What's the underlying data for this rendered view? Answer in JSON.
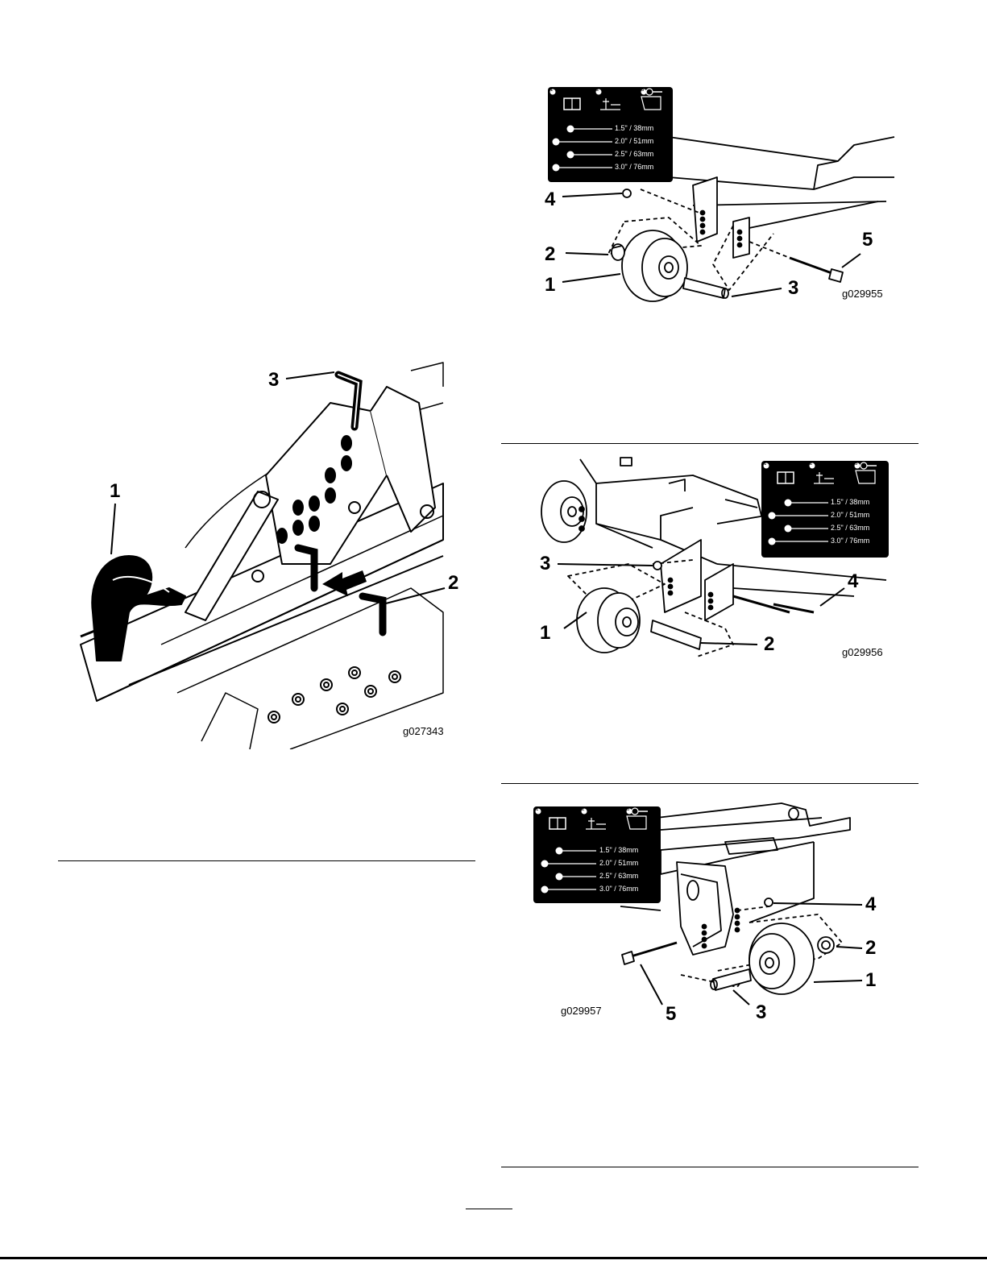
{
  "figure_lever": {
    "callouts": [
      "1",
      "2",
      "3"
    ],
    "graphic_code": "g027343"
  },
  "figure_rear": {
    "callouts": [
      "1",
      "2",
      "3",
      "4",
      "5"
    ],
    "graphic_code": "g029955"
  },
  "figure_front": {
    "callouts": [
      "1",
      "2",
      "3",
      "4"
    ],
    "graphic_code": "g029956"
  },
  "figure_side": {
    "callouts": [
      "1",
      "2",
      "3",
      "4",
      "5"
    ],
    "graphic_code": "g029957"
  },
  "decal": {
    "panel_numbers": [
      "1",
      "2",
      "3"
    ],
    "heights": [
      "1.5\" / 38mm",
      "2.0\" / 51mm",
      "2.5\" / 63mm",
      "3.0\" / 76mm"
    ],
    "icons": [
      "operator-manual-icon",
      "cutting-height-icon",
      "key-remove-icon"
    ]
  },
  "colors": {
    "ink": "#000000",
    "paper": "#ffffff"
  }
}
